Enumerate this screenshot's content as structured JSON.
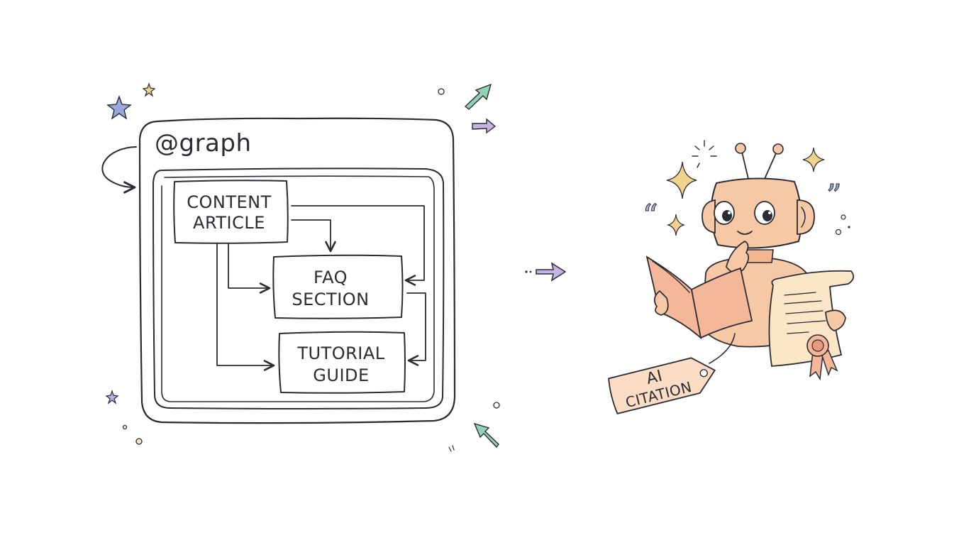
{
  "graph": {
    "title": "@graph",
    "nodes": {
      "content_article": {
        "line1": "CONTENT",
        "line2": "ARTICLE",
        "color": "#c8d6f2"
      },
      "faq_section": {
        "line1": "FAQ",
        "line2": "SECTION",
        "color": "#dcd0f0"
      },
      "tutorial_guide": {
        "line1": "TUTORIAL",
        "line2": "GUIDE",
        "color": "#cdeedd"
      }
    }
  },
  "robot": {
    "tag_line1": "AI",
    "tag_line2": "CITATION"
  },
  "colors": {
    "outer_frame": "#e3f1f0",
    "inner_frame": "#dde8f7",
    "robot": "#f6c8a6",
    "book": "#f4b79a",
    "scroll": "#fbe6c8",
    "sparkle": "#f1d38c",
    "arrow_green": "#8fd3b3",
    "arrow_purple": "#c3b4e4",
    "star_blue": "#9aa8de"
  }
}
